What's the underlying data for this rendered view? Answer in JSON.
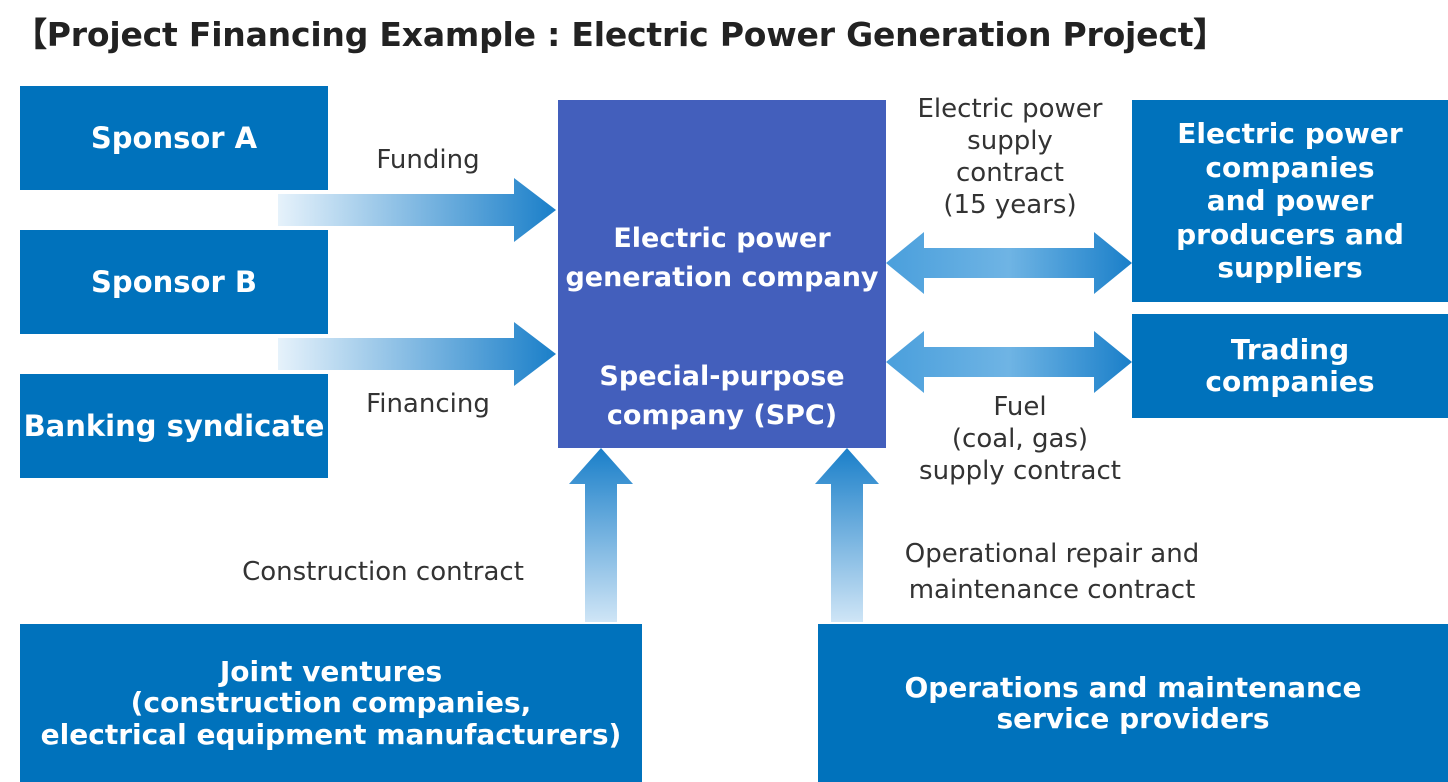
{
  "title": "【Project Financing Example : Electric Power Generation Project】",
  "boxes": {
    "sponsor_a": "Sponsor A",
    "sponsor_b": "Sponsor B",
    "banking_syndicate": "Banking syndicate",
    "spc_line1": "Electric power\ngeneration company",
    "spc_line2": "Special-purpose\ncompany (SPC)",
    "power_companies": "Electric power\ncompanies\nand power\nproducers and\nsuppliers",
    "trading_companies": "Trading\ncompanies",
    "joint_ventures": "Joint ventures\n(construction companies,\nelectrical equipment manufacturers)",
    "om_providers": "Operations and maintenance\nservice providers"
  },
  "labels": {
    "funding": "Funding",
    "financing": "Financing",
    "power_supply_contract": "Electric power\nsupply\ncontract\n(15 years)",
    "fuel_contract": "Fuel\n(coal, gas)\nsupply contract",
    "construction_contract": "Construction contract",
    "om_contract": "Operational repair and\nmaintenance contract"
  },
  "colors": {
    "box_blue": "#0072bc",
    "spc_blue": "#435fbc",
    "arrow_dark": "#1a7fc9",
    "arrow_light": "#e6f2fb"
  }
}
